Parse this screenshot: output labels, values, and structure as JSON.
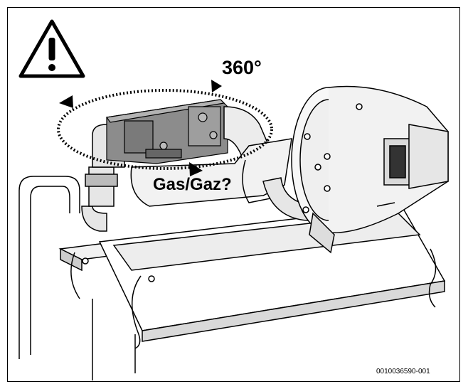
{
  "figure": {
    "rotation_label": "360°",
    "gas_label": "Gas/Gaz?",
    "code": "0010036590-001"
  },
  "icons": {
    "warning": "warning-triangle-icon",
    "rotation": "rotation-arrows-icon"
  },
  "colors": {
    "stroke": "#000000",
    "highlight_fill": "#8c8c8c",
    "light_fill": "#f2f2f2",
    "mid_fill": "#d9d9d9"
  }
}
